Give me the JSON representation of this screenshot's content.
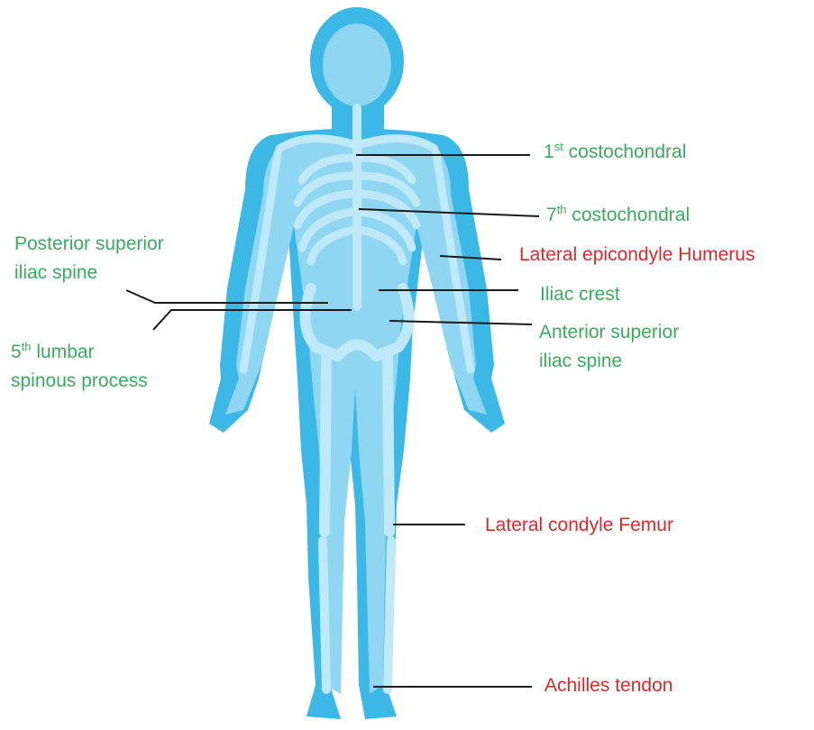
{
  "labels": {
    "costochondral_1": {
      "prefix": "1",
      "sup": "st",
      "text": " costochondral"
    },
    "costochondral_7": {
      "prefix": "7",
      "sup": "th",
      "text": " costochondral"
    },
    "lateral_epicondyle": "Lateral epicondyle Humerus",
    "iliac_crest": "Iliac crest",
    "asis_line1": "Anterior superior",
    "asis_line2": "iliac spine",
    "psis_line1": "Posterior superior",
    "psis_line2": "iliac spine",
    "lumbar_prefix": "5",
    "lumbar_sup": "th",
    "lumbar_line1": " lumbar",
    "lumbar_line2": "spinous process",
    "lateral_condyle": "Lateral condyle Femur",
    "achilles": "Achilles tendon"
  },
  "colors": {
    "body_outer": "#3bb8e6",
    "body_inner": "#8fd6f2",
    "bone": "#bfe9f8",
    "green_label": "#3aaa5c",
    "red_label": "#d82a2a",
    "leader_line": "#1a1a1a"
  }
}
